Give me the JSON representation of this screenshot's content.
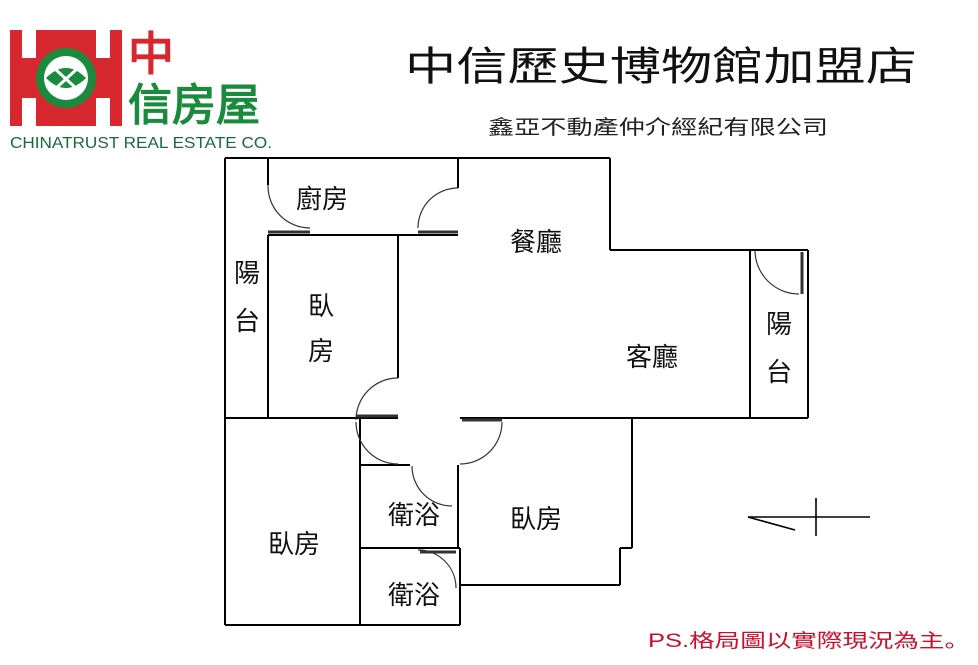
{
  "brand": {
    "name_line1": "中",
    "name_line2": "信房屋",
    "english": "CHINATRUST REAL ESTATE CO.",
    "red": "#d7282f",
    "green": "#1a8a3c"
  },
  "header": {
    "title": "中信歷史博物館加盟店",
    "company": "鑫亞不動產仲介經紀有限公司"
  },
  "rooms": {
    "kitchen": "廚房",
    "dining": "餐廳",
    "living": "客廳",
    "balcony_left_1": "陽",
    "balcony_left_2": "台",
    "balcony_right_1": "陽",
    "balcony_right_2": "台",
    "bedroom_top": "臥",
    "bedroom_top_2": "房",
    "bedroom_left": "臥房",
    "bedroom_right": "臥房",
    "bath_1": "衛浴",
    "bath_2": "衛浴"
  },
  "note": "PS.格局圖以實際現況為主。",
  "colors": {
    "wall": "#000000",
    "door": "#333333",
    "note": "#c8102e"
  },
  "icons": {
    "logo": "globe-logo-icon",
    "compass": "north-arrow-icon"
  }
}
